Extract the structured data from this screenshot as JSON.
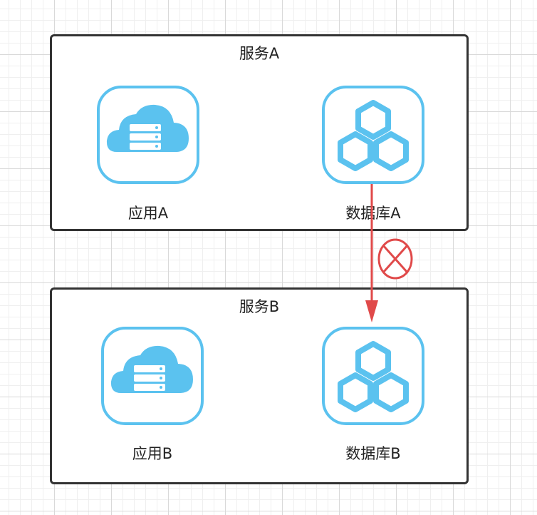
{
  "colors": {
    "icon_stroke": "#5bc2ef",
    "icon_fill": "#5bc2ef",
    "box_border": "#333333",
    "edge": "#e04a4a"
  },
  "services": [
    {
      "title": "服务A",
      "app": {
        "label": "应用A",
        "icon": "cloud-server-icon"
      },
      "db": {
        "label": "数据库A",
        "icon": "hexagon-cluster-icon"
      }
    },
    {
      "title": "服务B",
      "app": {
        "label": "应用B",
        "icon": "cloud-server-icon"
      },
      "db": {
        "label": "数据库B",
        "icon": "hexagon-cluster-icon"
      }
    }
  ],
  "edge": {
    "from": "数据库A",
    "to": "数据库B",
    "marker": "blocked-circle-x-icon"
  }
}
